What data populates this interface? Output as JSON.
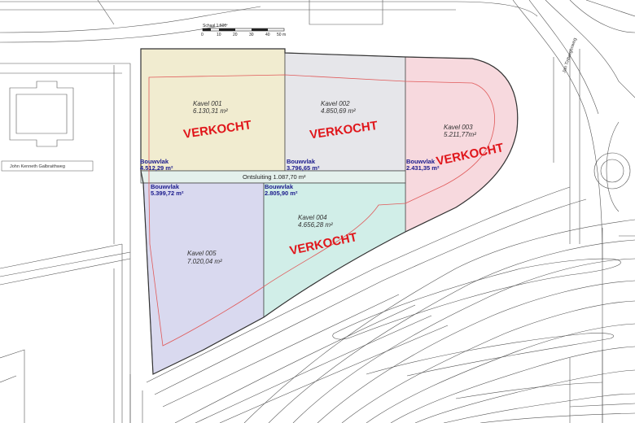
{
  "scale_bar": {
    "title": "Schaal 1:500",
    "ticks": [
      "0",
      "10",
      "20",
      "30",
      "40",
      "50 m"
    ]
  },
  "streets": {
    "west": "John Kenneth Galbraithweg",
    "east": "Jan Tinbergenweg"
  },
  "access_road": "Ontsluiting 1.087,70 m²",
  "plots": [
    {
      "name": "Kavel 001",
      "area": "6.130,31 m²",
      "bouwvlak_label": "Bouwvlak",
      "bouwvlak_area": "4.512,29 m²",
      "status": "VERKOCHT",
      "fill": "#efe9c8"
    },
    {
      "name": "Kavel 002",
      "area": "4.850,69 m²",
      "bouwvlak_label": "Bouwvlak",
      "bouwvlak_area": "3.796,65 m²",
      "status": "VERKOCHT",
      "fill": "#e2e2e6"
    },
    {
      "name": "Kavel 003",
      "area": "5.211,77m²",
      "bouwvlak_label": "Bouwvlak",
      "bouwvlak_area": "2.431,35 m²",
      "status": "VERKOCHT",
      "fill": "#f6d2d8"
    },
    {
      "name": "Kavel 004",
      "area": "4.656,28 m²",
      "bouwvlak_label": "Bouwvlak",
      "bouwvlak_area": "2.805,90 m²",
      "status": "VERKOCHT",
      "fill": "#c9ebe4"
    },
    {
      "name": "Kavel 005",
      "area": "7.020,04 m²",
      "bouwvlak_label": "Bouwvlak",
      "bouwvlak_area": "5.399,72 m²",
      "status": "",
      "fill": "#d2d2ec"
    }
  ],
  "colors": {
    "sold_text": "#e0161b",
    "bouwvlak_text": "#1a1a8c",
    "bouwvlak_outline": "#e05a5a",
    "access_road_fill": "#e4f0ec"
  }
}
